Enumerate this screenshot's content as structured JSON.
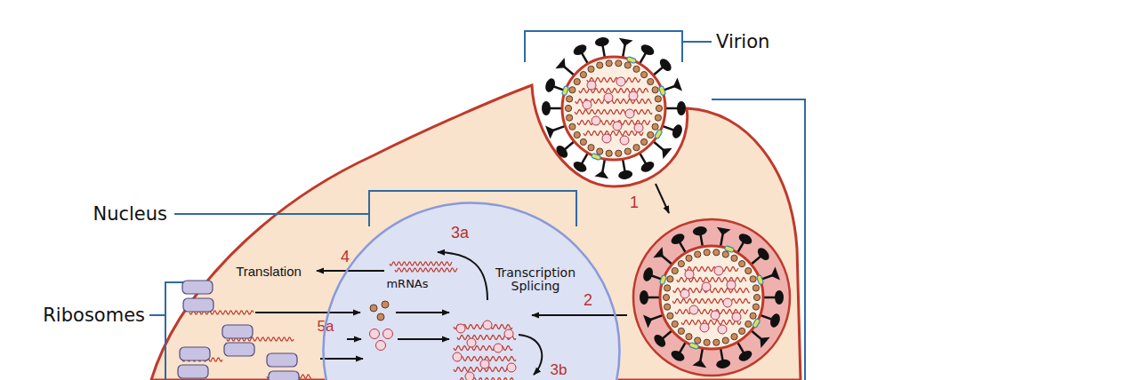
{
  "diagram": {
    "nodes": [
      {
        "text": [
          "mRNAs",
          "Transcription Splicing"
        ]
      }
    ],
    "labels": [
      "Virion",
      "Nucleus",
      "1",
      "3a",
      "Translation",
      "4",
      "2",
      "Ribosomes",
      "5a",
      "3b"
    ]
  }
}
